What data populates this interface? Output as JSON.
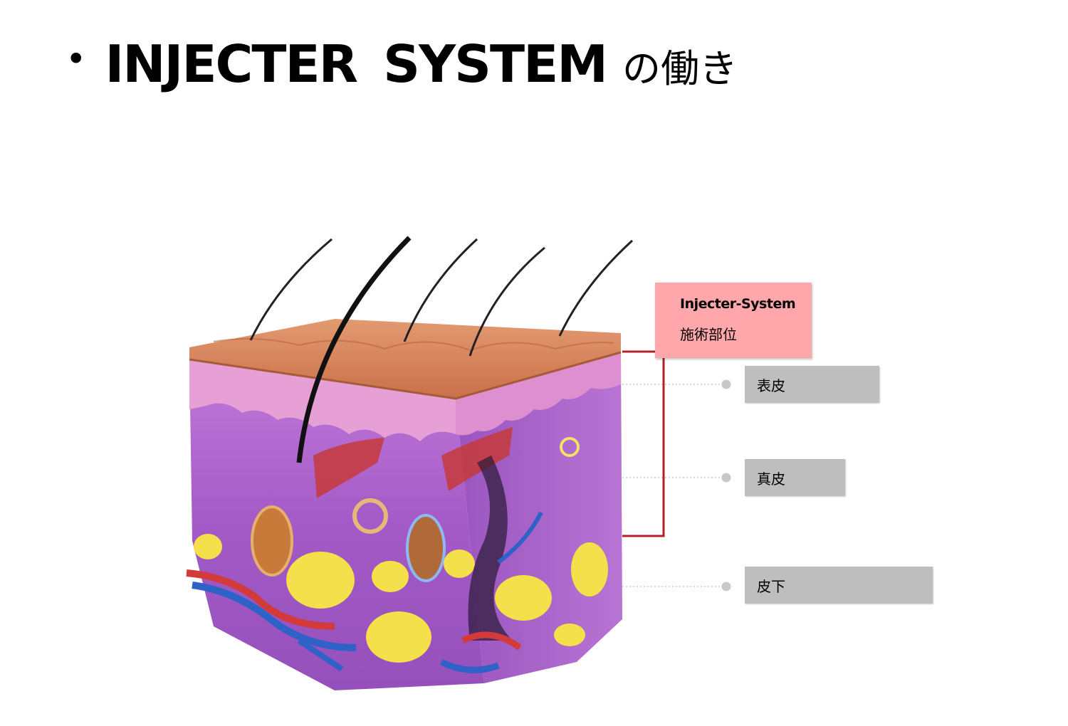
{
  "title": {
    "bullet": "•",
    "main": "INJECTER  SYSTEM",
    "sub": "の働き"
  },
  "callout": {
    "title": "Injecter-System",
    "subtitle": "施術部位"
  },
  "layers": [
    {
      "label": "表皮"
    },
    {
      "label": "真皮"
    },
    {
      "label": "皮下"
    }
  ],
  "colors": {
    "callout_bg": "#ffa7ab",
    "layer_box_bg": "#bebebe",
    "bracket": "#b3202a",
    "skin_surface": "#d9855a",
    "epidermis": "#e7a0d6",
    "dermis": "#b567cf",
    "fat": "#f4e04a"
  },
  "icons": [
    "skin-cross-section-illustration",
    "bullet-dot"
  ]
}
